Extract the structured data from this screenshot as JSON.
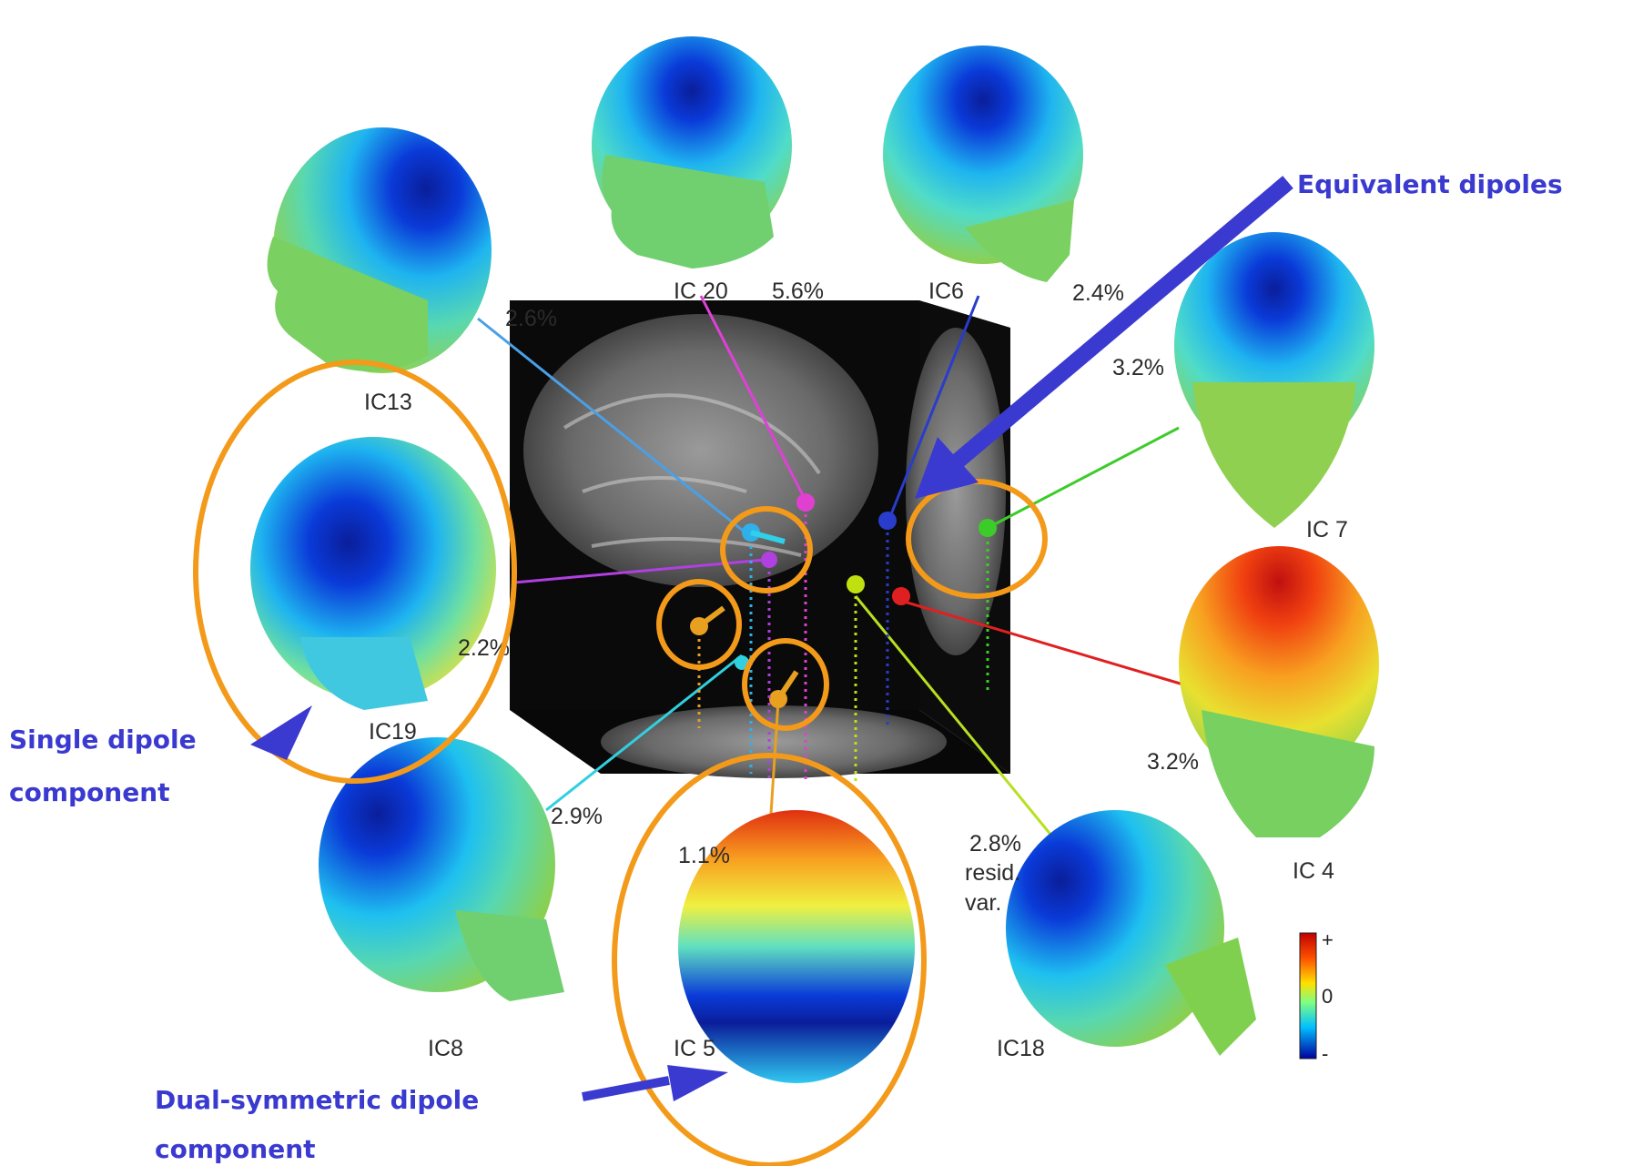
{
  "components": [
    {
      "id": "ic13",
      "label": "IC13",
      "variance": "2.6%",
      "color": "#4aa0e6",
      "map": "blue-right"
    },
    {
      "id": "ic20",
      "label": "IC 20",
      "variance": "5.6%",
      "color": "#e040d8",
      "map": "blue-top"
    },
    {
      "id": "ic6",
      "label": "IC6",
      "variance": "2.4%",
      "color": "#2a3ccc",
      "map": "blue-top"
    },
    {
      "id": "ic7",
      "label": "IC 7",
      "variance": "3.2%",
      "color": "#3ccc2a",
      "map": "blue-top"
    },
    {
      "id": "ic19",
      "label": "IC19",
      "variance": "2.2%",
      "color": "#b040e0",
      "map": "blue-center"
    },
    {
      "id": "ic4",
      "label": "IC 4",
      "variance": "3.2%",
      "color": "#e02020",
      "map": "red-top"
    },
    {
      "id": "ic8",
      "label": "IC8",
      "variance": "2.9%",
      "color": "#30d0e0",
      "map": "blue-left"
    },
    {
      "id": "ic5",
      "label": "IC 5",
      "variance": "1.1%",
      "color": "#e8a020",
      "map": "red-top-blue-bottom"
    },
    {
      "id": "ic18",
      "label": "IC18",
      "variance": "2.8%",
      "resid_label": "resid.",
      "var_label": "var.",
      "color": "#b8e020",
      "map": "blue-left"
    }
  ],
  "colorbar": {
    "plus": "+",
    "zero": "0",
    "minus": "-"
  },
  "annotations": {
    "equivalent_dipoles": "Equivalent dipoles",
    "single_dipole_line1": "Single dipole",
    "single_dipole_line2": "component",
    "dual_dipole_line1": "Dual-symmetric dipole",
    "dual_dipole_line2": "component"
  },
  "colors": {
    "highlight": "#f39a1a",
    "annotation": "#3a3ad0",
    "brain_bg": "#0a0a0a"
  }
}
